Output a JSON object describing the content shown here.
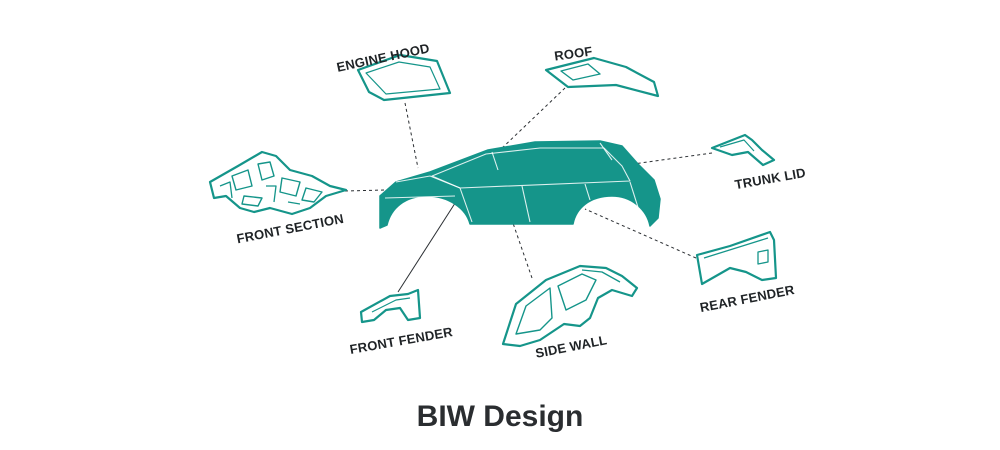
{
  "labels": {
    "engine_hood": "ENGINE HOOD",
    "roof": "ROOF",
    "trunk_lid": "TRUNK LID",
    "front_section": "FRONT SECTION",
    "rear_fender": "REAR FENDER",
    "front_fender": "FRONT FENDER",
    "side_wall": "SIDE WALL"
  },
  "caption": "BIW Design",
  "colors": {
    "accent": "#15958a",
    "text": "#1f2326",
    "caption": "#2a2d30",
    "background": "#ffffff"
  }
}
